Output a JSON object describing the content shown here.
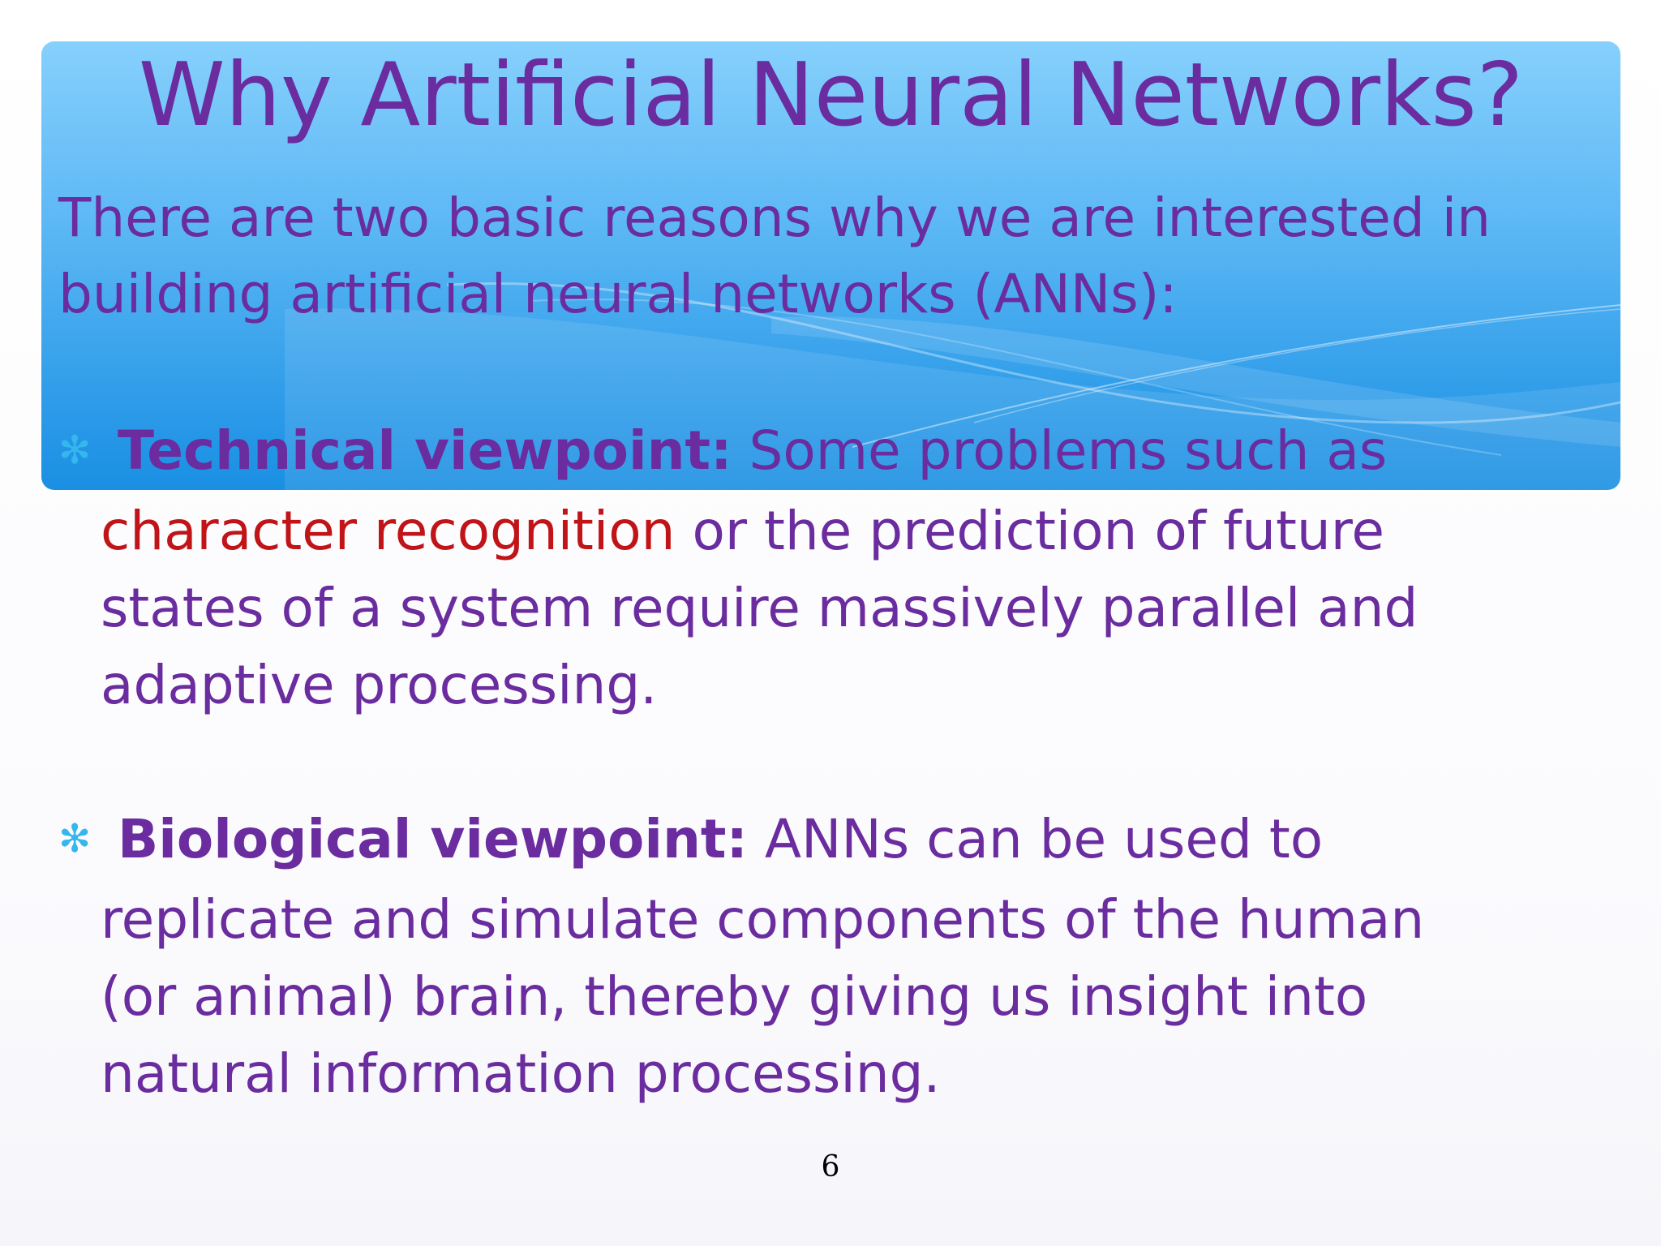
{
  "slide": {
    "title": "Why Artificial Neural Networks?",
    "intro_line_1": "There are two basic reasons why we are interested in",
    "intro_line_2": "building artificial neural networks (ANNs):",
    "bullet_icon": "asterisk-icon",
    "bullets": [
      {
        "heading": "Technical viewpoint:",
        "line_1_rest": " Some problems such as",
        "highlight": "character recognition",
        "line_2_rest": " or the prediction of future",
        "line_3": "states of a system require massively parallel and",
        "line_4": "adaptive processing."
      },
      {
        "heading": "Biological viewpoint:",
        "line_1_rest": " ANNs can be used to",
        "line_2": "replicate and simulate components of the human",
        "line_3": "(or animal) brain, thereby giving us insight into",
        "line_4": "natural information processing."
      }
    ],
    "page_number": "6"
  },
  "colors": {
    "text": "#6a2c9e",
    "highlight": "#c01418",
    "bullet": "#35b7ee",
    "band_top": "#86d0fc",
    "band_bottom": "#1a8fe3"
  }
}
